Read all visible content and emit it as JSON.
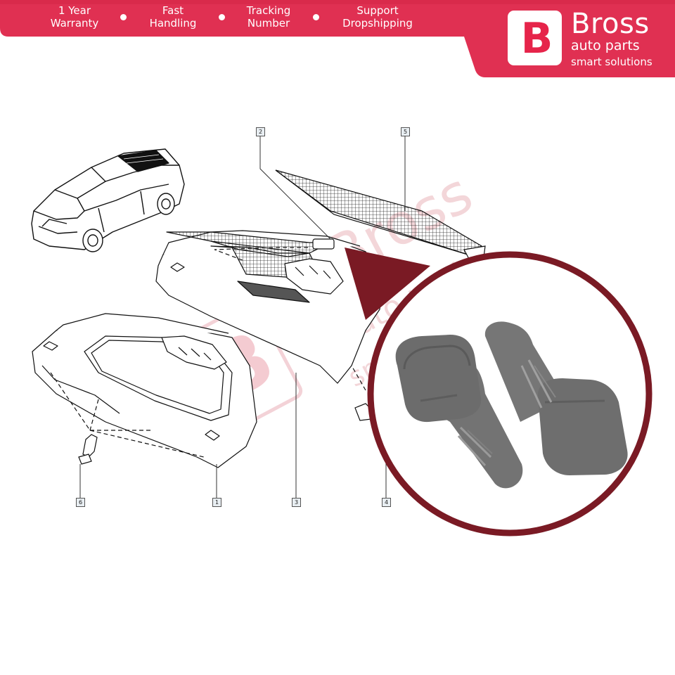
{
  "banner": {
    "features": [
      {
        "line1": "1 Year",
        "line2": "Warranty"
      },
      {
        "line1": "Fast",
        "line2": "Handling"
      },
      {
        "line1": "Tracking",
        "line2": "Number"
      },
      {
        "line1": "Support",
        "line2": "Dropshipping"
      }
    ],
    "brand": {
      "logo_letter": "B",
      "name": "Bross",
      "line2": "auto parts",
      "tagline": "smart solutions"
    },
    "colors": {
      "banner": "#e03052",
      "accent": "#e6244a"
    }
  },
  "diagram": {
    "callouts": [
      "2",
      "5",
      "6",
      "1",
      "3",
      "4"
    ]
  },
  "watermark": {
    "name": "Bross",
    "line2": "auto parts",
    "tagline": "smart solutions"
  },
  "product_inset": {
    "ring_color": "#7a1a24",
    "part_color": "#707070"
  }
}
